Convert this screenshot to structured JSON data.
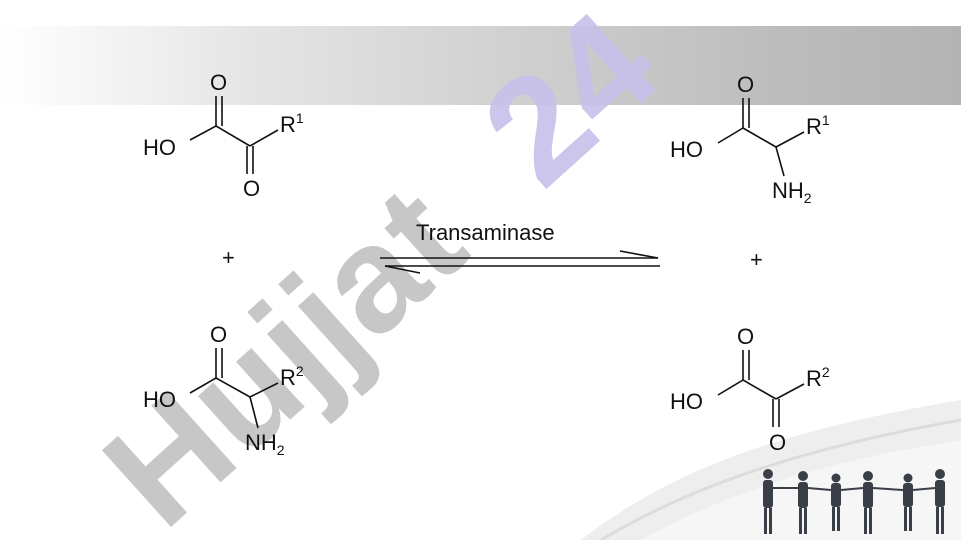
{
  "scheme": {
    "reactant1": {
      "HO": "HO",
      "O_top": "O",
      "O_bottom": "O",
      "R": "R",
      "R_sup": "1"
    },
    "reactant2": {
      "HO": "HO",
      "O_top": "O",
      "R": "R",
      "R_sup": "2",
      "NH": "NH",
      "NH_sub": "2"
    },
    "product1": {
      "HO": "HO",
      "O_top": "O",
      "R": "R",
      "R_sup": "1",
      "NH": "NH",
      "NH_sub": "2"
    },
    "product2": {
      "HO": "HO",
      "O_top": "O",
      "O_bottom": "O",
      "R": "R",
      "R_sup": "2"
    },
    "plus_left": "+",
    "plus_right": "+",
    "enzyme_label": "Transaminase"
  },
  "watermark": {
    "text": "Hujjat 24",
    "colors": {
      "gray": "#bdbdbd",
      "purple": "#c7c0ea"
    }
  },
  "colors": {
    "ink": "#111111",
    "band": "#bdbdbd"
  }
}
